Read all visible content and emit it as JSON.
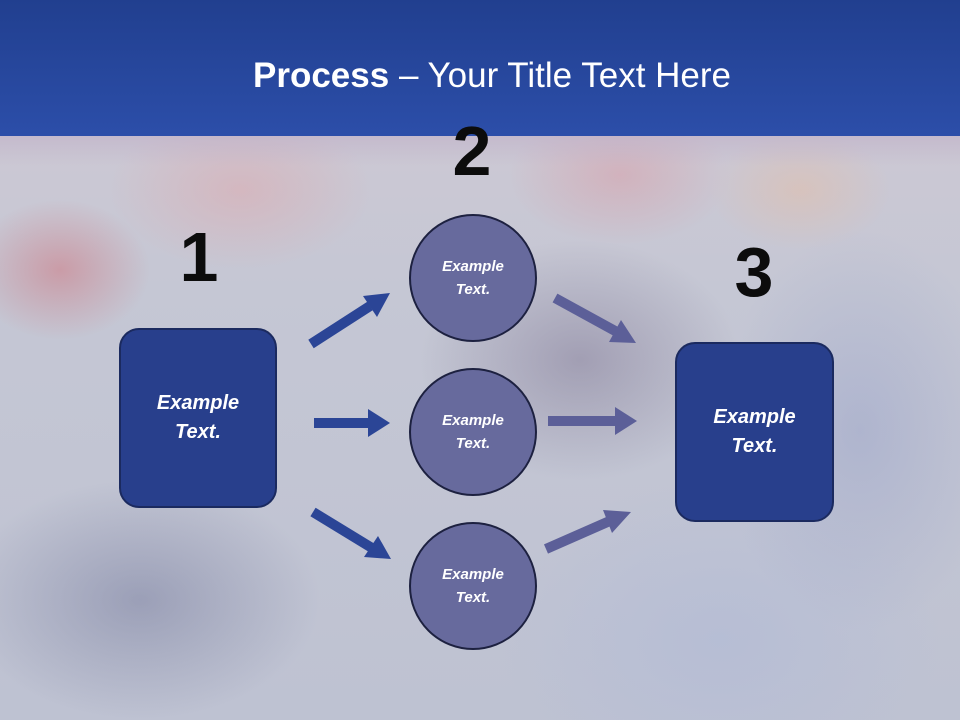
{
  "title": {
    "bold": "Process",
    "rest": " – Your Title Text Here"
  },
  "steps": {
    "one": {
      "number": "1",
      "box": {
        "line1": "Example",
        "line2": "Text."
      }
    },
    "two": {
      "number": "2",
      "circles": [
        {
          "line1": "Example",
          "line2": "Text."
        },
        {
          "line1": "Example",
          "line2": "Text."
        },
        {
          "line1": "Example",
          "line2": "Text."
        }
      ]
    },
    "three": {
      "number": "3",
      "box": {
        "line1": "Example",
        "line2": "Text."
      }
    }
  },
  "colors": {
    "banner": "#2c4ea9",
    "box_fill": "#283f8c",
    "circle_fill": "#676a9d",
    "arrow_left": "#2b4596",
    "arrow_right": "#5c5f98"
  }
}
